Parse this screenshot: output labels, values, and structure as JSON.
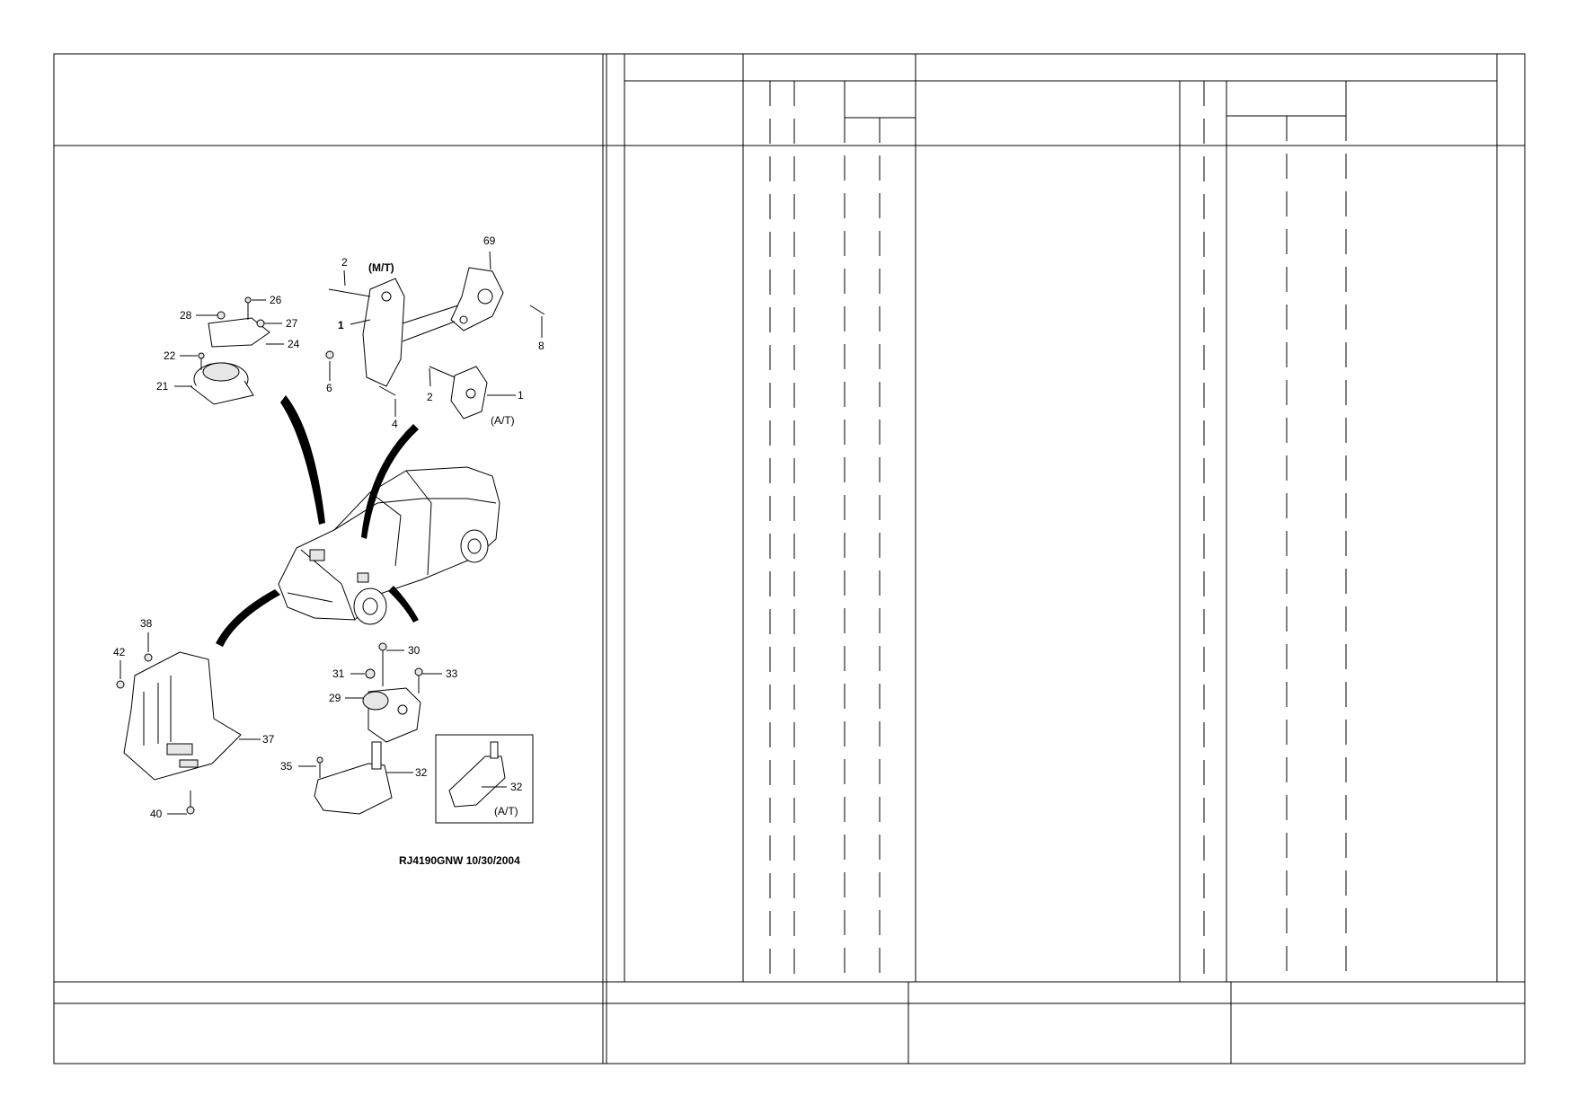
{
  "diagram": {
    "callouts": [
      {
        "id": "c69",
        "label": "69"
      },
      {
        "id": "c2a",
        "label": "2"
      },
      {
        "id": "cmt",
        "label": "(M/T)"
      },
      {
        "id": "c1a",
        "label": "1"
      },
      {
        "id": "c6",
        "label": "6"
      },
      {
        "id": "c4",
        "label": "4"
      },
      {
        "id": "c8",
        "label": "8"
      },
      {
        "id": "c2b",
        "label": "2"
      },
      {
        "id": "c1b",
        "label": "1"
      },
      {
        "id": "cat1",
        "label": "(A/T)"
      },
      {
        "id": "c26",
        "label": "26"
      },
      {
        "id": "c28",
        "label": "28"
      },
      {
        "id": "c27",
        "label": "27"
      },
      {
        "id": "c24",
        "label": "24"
      },
      {
        "id": "c22",
        "label": "22"
      },
      {
        "id": "c21",
        "label": "21"
      },
      {
        "id": "c38",
        "label": "38"
      },
      {
        "id": "c42",
        "label": "42"
      },
      {
        "id": "c37",
        "label": "37"
      },
      {
        "id": "c40",
        "label": "40"
      },
      {
        "id": "c30",
        "label": "30"
      },
      {
        "id": "c31",
        "label": "31"
      },
      {
        "id": "c33",
        "label": "33"
      },
      {
        "id": "c29",
        "label": "29"
      },
      {
        "id": "c35",
        "label": "35"
      },
      {
        "id": "c32a",
        "label": "32"
      },
      {
        "id": "c32b",
        "label": "32"
      },
      {
        "id": "cat2",
        "label": "(A/T)"
      }
    ],
    "drawing_code": "RJ4190GNW  10/30/2004"
  }
}
